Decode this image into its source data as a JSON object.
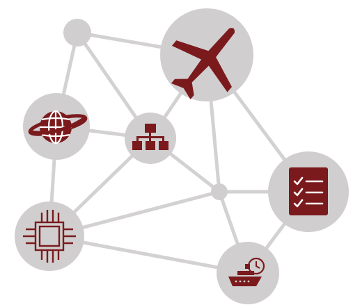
{
  "colors": {
    "background": "#ffffff",
    "node_fill": "#d0cece",
    "edge_stroke": "#d3d1d1",
    "icon_accent": "#7b1a1d",
    "icon_light": "#ffffff"
  },
  "nodes": [
    {
      "id": "top-left-dot",
      "icon": "none"
    },
    {
      "id": "airplane",
      "icon": "airplane-icon"
    },
    {
      "id": "globe",
      "icon": "globe-icon"
    },
    {
      "id": "network",
      "icon": "org-chart-icon"
    },
    {
      "id": "checklist",
      "icon": "checklist-icon"
    },
    {
      "id": "hub",
      "icon": "none"
    },
    {
      "id": "chip",
      "icon": "cpu-chip-icon"
    },
    {
      "id": "ship",
      "icon": "cargo-ship-clock-icon"
    }
  ],
  "edges": [
    [
      "top-left-dot",
      "airplane"
    ],
    [
      "top-left-dot",
      "globe"
    ],
    [
      "top-left-dot",
      "network"
    ],
    [
      "airplane",
      "network"
    ],
    [
      "airplane",
      "hub"
    ],
    [
      "airplane",
      "checklist"
    ],
    [
      "globe",
      "network"
    ],
    [
      "globe",
      "chip"
    ],
    [
      "network",
      "chip"
    ],
    [
      "network",
      "hub"
    ],
    [
      "hub",
      "checklist"
    ],
    [
      "hub",
      "chip"
    ],
    [
      "hub",
      "ship"
    ],
    [
      "checklist",
      "ship"
    ],
    [
      "chip",
      "ship"
    ]
  ]
}
